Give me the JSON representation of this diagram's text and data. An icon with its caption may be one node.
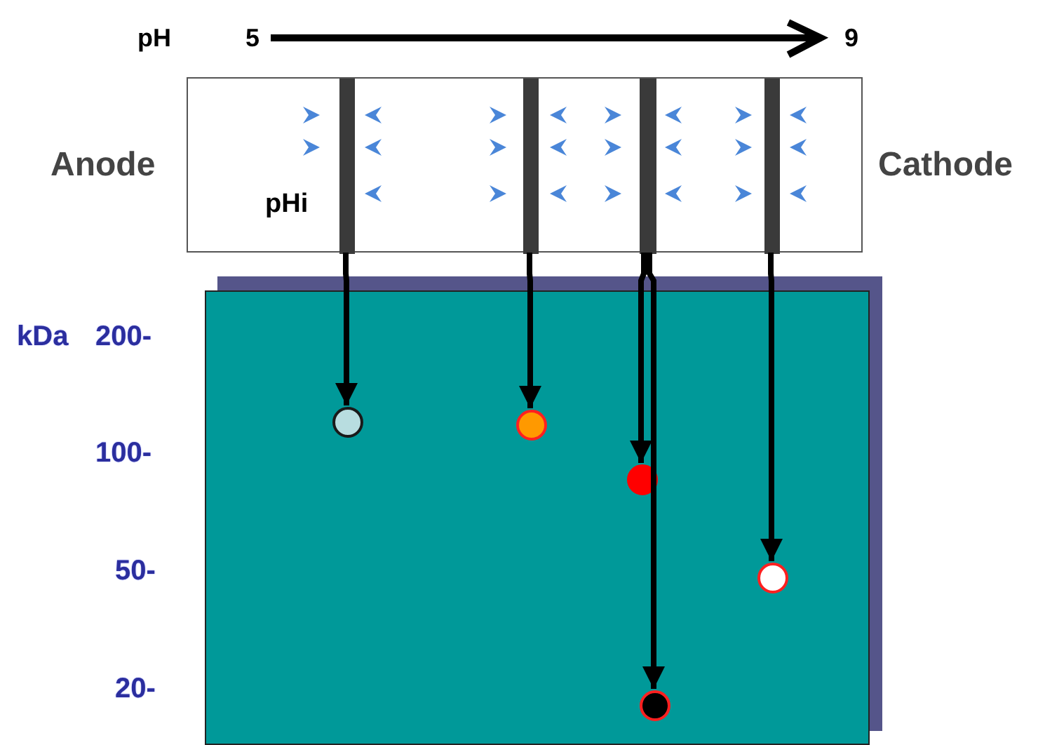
{
  "diagram": {
    "nodes": [
      {
        "text": [
          "pHi"
        ]
      },
      {
        "text": [],
        "shape": "bar",
        "in": 0
      },
      {
        "text": [],
        "shape": "bar",
        "in": 0
      },
      {
        "text": [],
        "shape": "bar",
        "in": 0
      },
      {
        "text": [],
        "shape": "bar",
        "in": 0
      },
      {
        "text": [],
        "shape": "box"
      },
      {
        "text": [],
        "shape": "circle",
        "in": 5
      },
      {
        "text": [],
        "shape": "circle",
        "in": 5
      },
      {
        "text": [],
        "shape": "circle",
        "in": 5
      },
      {
        "text": [],
        "shape": "circle",
        "in": 5
      },
      {
        "text": [],
        "shape": "circle",
        "in": 5
      }
    ],
    "edges": [
      {
        "from": 1,
        "to": 6,
        "arrow": "to"
      },
      {
        "from": 2,
        "to": 7,
        "arrow": "to"
      },
      {
        "from": 3,
        "to": 8,
        "arrow": "to"
      },
      {
        "from": 3,
        "to": 9,
        "arrow": "to"
      },
      {
        "from": 4,
        "to": 10,
        "arrow": "to"
      }
    ],
    "labels": [
      "pH",
      "5",
      "9",
      "Anode",
      "Cathode",
      "kDa",
      "200-",
      "100-",
      "50-",
      "20-"
    ]
  }
}
